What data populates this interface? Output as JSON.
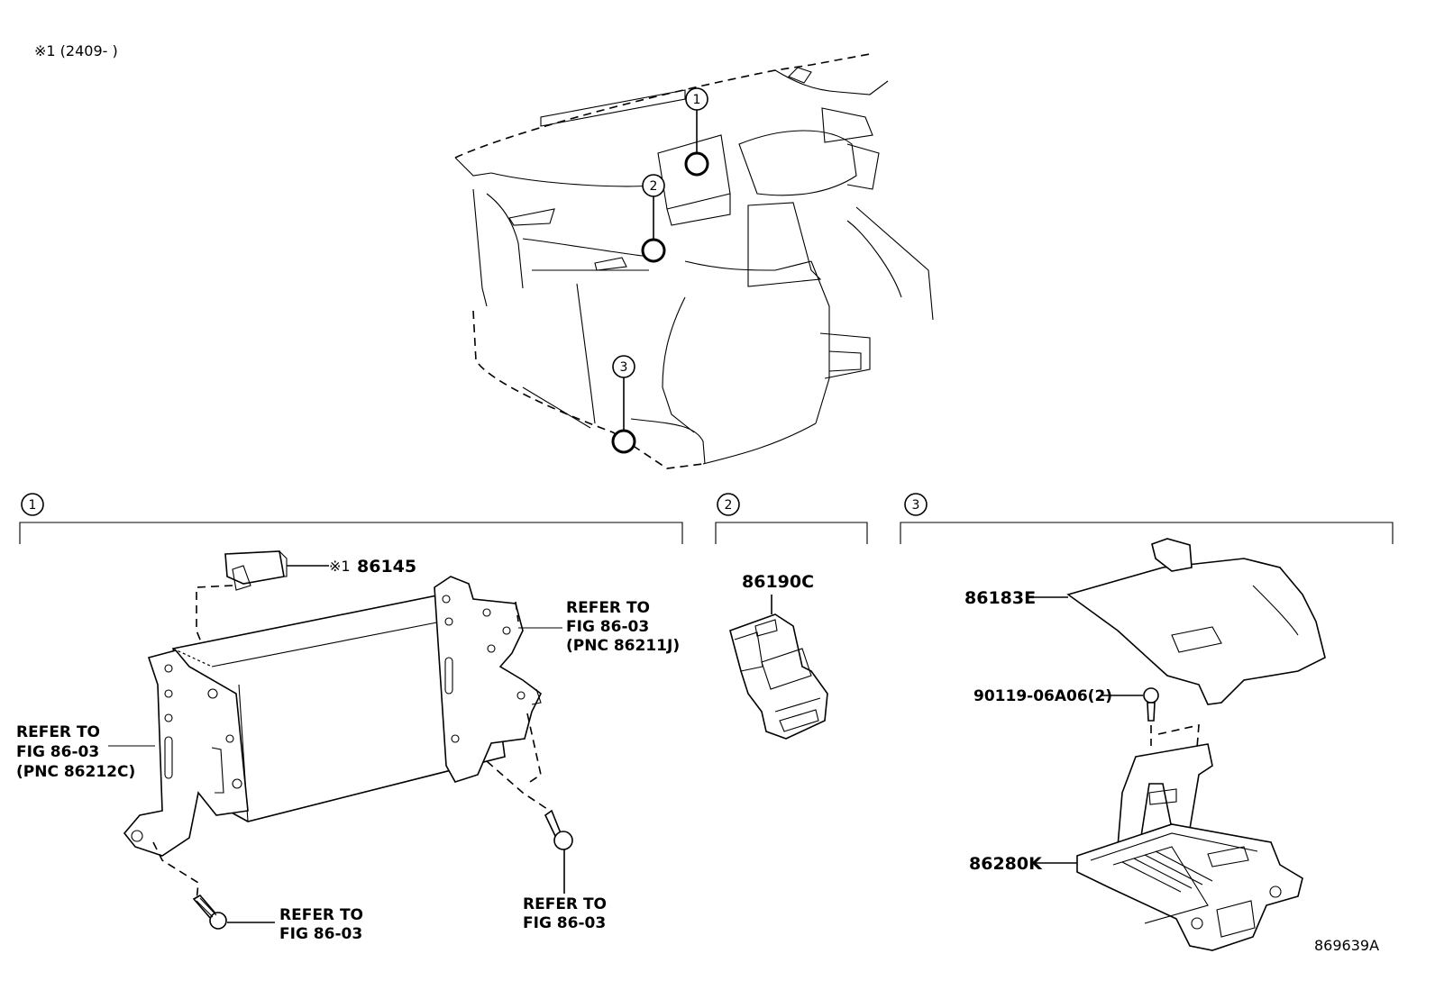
{
  "header_note": "※1 (2409-   )",
  "figure_id": "869639A",
  "callouts": [
    "1",
    "2",
    "3"
  ],
  "sections": [
    {
      "number": "1"
    },
    {
      "number": "2"
    },
    {
      "number": "3"
    }
  ],
  "parts": {
    "p86145": {
      "marker": "※1",
      "number": "86145"
    },
    "p86190c": "86190C",
    "p86183e": "86183E",
    "p90119": "90119-06A06(2)",
    "p86280k": "86280K"
  },
  "references": {
    "left": [
      "REFER TO",
      "FIG 86-03",
      "(PNC 86212C)"
    ],
    "right": [
      "REFER TO",
      "FIG 86-03",
      "(PNC 86211J)"
    ],
    "bolt_left": [
      "REFER TO",
      "FIG 86-03"
    ],
    "bolt_right": [
      "REFER TO",
      "FIG 86-03"
    ]
  }
}
